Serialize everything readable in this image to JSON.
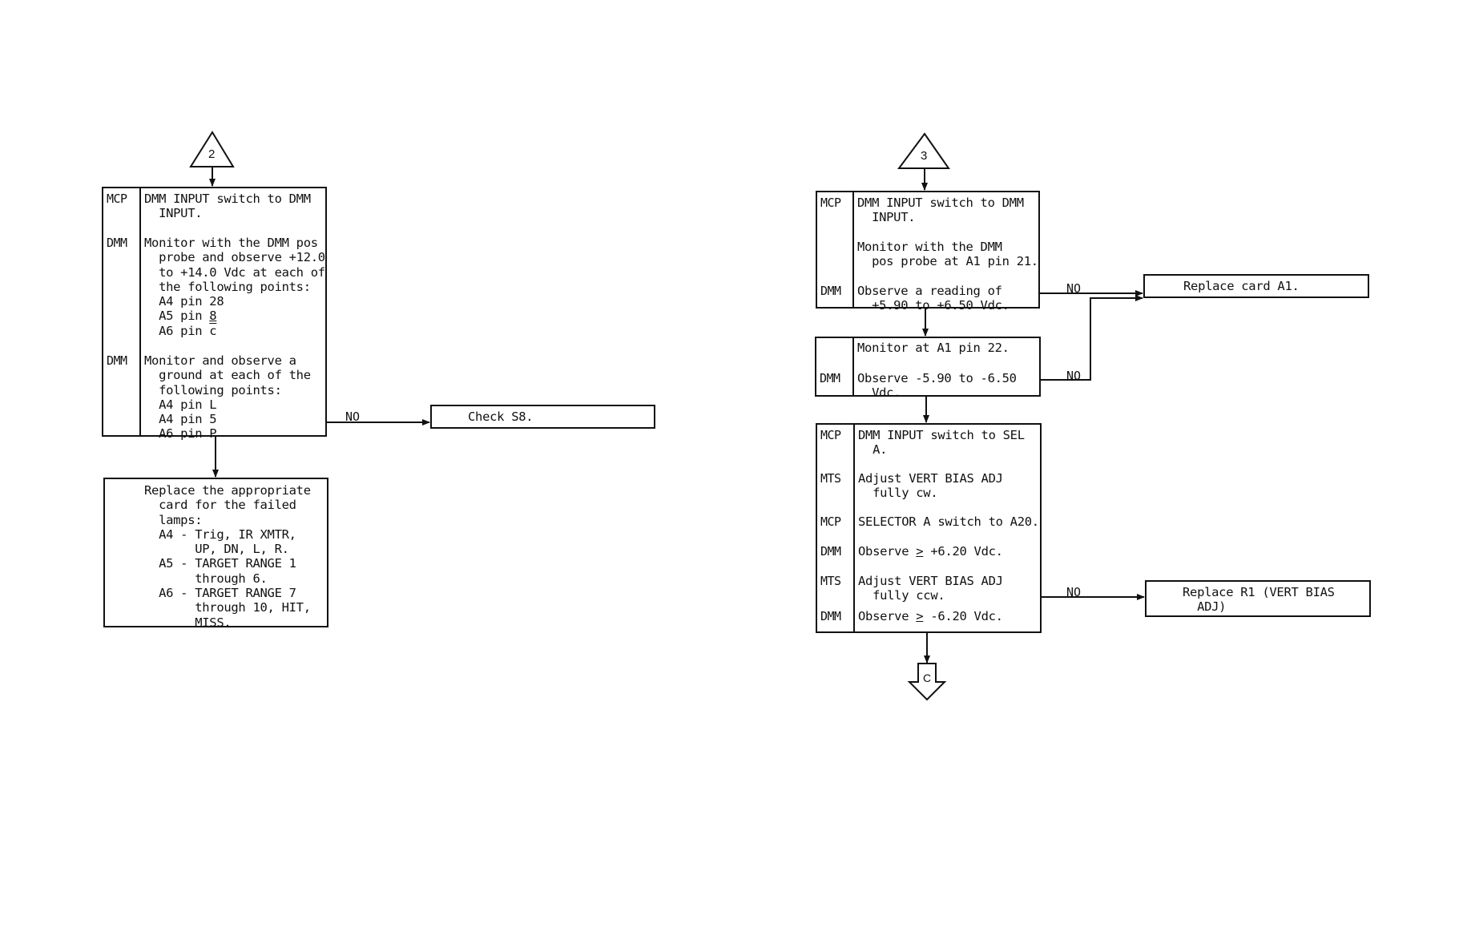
{
  "connectors": {
    "entry_left": "2",
    "entry_right": "3",
    "exit_right": "C"
  },
  "branch_label": "NO",
  "left_flow": {
    "step1": {
      "entries": [
        {
          "tag": "MCP",
          "lines": [
            "DMM INPUT switch to DMM",
            "  INPUT."
          ]
        },
        {
          "tag": "DMM",
          "lines": [
            "Monitor with the DMM pos",
            "  probe and observe +12.0",
            "  to +14.0 Vdc at each of",
            "  the following points:",
            "  A4 pin 28",
            "  A5 pin ",
            "  A6 pin "
          ],
          "pins": {
            "a5": "8",
            "a6": "c"
          }
        },
        {
          "tag": "DMM",
          "lines": [
            "Monitor and observe a",
            "  ground at each of the",
            "  following points:",
            "  A4 pin L",
            "  A4 pin 5",
            "  A6 pin P"
          ]
        }
      ]
    },
    "no_action": "Check S8.",
    "step2": {
      "lines": [
        "Replace the appropriate",
        "  card for the failed",
        "  lamps:",
        "  A4 - Trig, IR XMTR,",
        "       UP, DN, L, R.",
        "  A5 - TARGET RANGE 1",
        "       through 6.",
        "  A6 - TARGET RANGE 7",
        "       through 10, HIT,",
        "       MISS."
      ]
    }
  },
  "right_flow": {
    "step1": {
      "entries": [
        {
          "tag": "MCP",
          "lines": [
            "DMM INPUT switch to DMM",
            "  INPUT."
          ]
        },
        {
          "tag": "",
          "lines": [
            "Monitor with the DMM",
            "  pos probe at A1 pin 21."
          ]
        },
        {
          "tag": "DMM",
          "lines": [
            "Observe a reading of",
            "  +5.90 to +6.50 Vdc."
          ]
        }
      ]
    },
    "no_action_1": "Replace card A1.",
    "step2": {
      "entries": [
        {
          "tag": "",
          "lines": [
            "Monitor at A1 pin 22."
          ]
        },
        {
          "tag": "DMM",
          "lines": [
            "Observe -5.90 to -6.50",
            "  Vdc."
          ]
        }
      ]
    },
    "step3": {
      "entries": [
        {
          "tag": "MCP",
          "lines": [
            "DMM INPUT switch to SEL",
            "  A."
          ]
        },
        {
          "tag": "MTS",
          "lines": [
            "Adjust VERT BIAS ADJ",
            "  fully cw."
          ]
        },
        {
          "tag": "MCP",
          "lines": [
            "SELECTOR A switch to A20."
          ]
        },
        {
          "tag": "DMM",
          "pre": "Observe ",
          "sym": ">",
          "post": " +6.20 Vdc."
        },
        {
          "tag": "MTS",
          "lines": [
            "Adjust VERT BIAS ADJ",
            "  fully ccw."
          ]
        },
        {
          "tag": "DMM",
          "pre": "Observe ",
          "sym": ">",
          "post": " -6.20 Vdc."
        }
      ]
    },
    "no_action_2": [
      "Replace R1 (VERT BIAS",
      "  ADJ)"
    ]
  }
}
